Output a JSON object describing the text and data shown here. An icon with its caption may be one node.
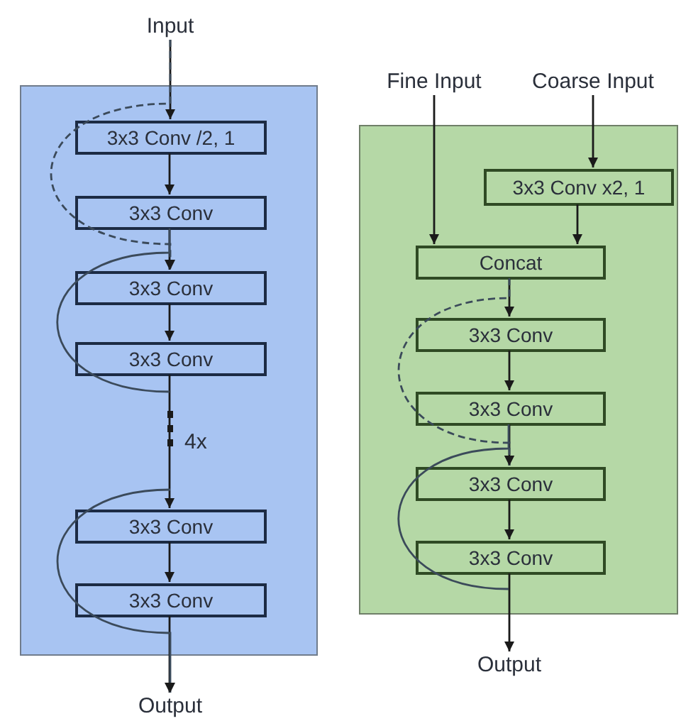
{
  "diagram": {
    "nodes": [
      {
        "text": [
          "Input"
        ]
      },
      {
        "text": [],
        "shape": "box"
      },
      {
        "text": [
          "3x3 Conv /2, 1"
        ],
        "in": 1
      },
      {
        "text": [
          "3x3 Conv"
        ],
        "in": 1
      },
      {
        "text": [
          "3x3 Conv"
        ],
        "in": 1
      },
      {
        "text": [
          "3x3 Conv"
        ],
        "in": 1
      },
      {
        "text": [
          "3x3 Conv"
        ],
        "in": 1
      },
      {
        "text": [
          "3x3 Conv"
        ],
        "in": 1
      },
      {
        "text": [
          "Output"
        ]
      },
      {
        "text": [
          "Fine Input"
        ]
      },
      {
        "text": [
          "Coarse Input"
        ]
      },
      {
        "text": [],
        "shape": "box"
      },
      {
        "text": [
          "3x3 Conv x2, 1"
        ],
        "in": 11
      },
      {
        "text": [
          "Concat"
        ],
        "in": 11
      },
      {
        "text": [
          "3x3 Conv"
        ],
        "in": 11
      },
      {
        "text": [
          "3x3 Conv"
        ],
        "in": 11
      },
      {
        "text": [
          "3x3 Conv"
        ],
        "in": 11
      },
      {
        "text": [
          "3x3 Conv"
        ],
        "in": 11
      },
      {
        "text": [
          "Output"
        ]
      }
    ],
    "edges": [
      {
        "from": 0,
        "to": 2,
        "arrow": "to"
      },
      {
        "from": 2,
        "to": 3,
        "arrow": "to"
      },
      {
        "from": 3,
        "to": 4,
        "arrow": "to"
      },
      {
        "from": 4,
        "to": 5,
        "arrow": "to"
      },
      {
        "from": 5,
        "to": 6,
        "arrow": "to"
      },
      {
        "from": 6,
        "to": 7,
        "arrow": "to"
      },
      {
        "from": 7,
        "to": 8,
        "arrow": "to"
      },
      {
        "from": 0,
        "to": 4,
        "arrow": "to",
        "style": "dashed"
      },
      {
        "from": 3,
        "to": 5,
        "arrow": "none"
      },
      {
        "from": null,
        "to": 8,
        "arrow": "to"
      },
      {
        "from": 9,
        "to": 13,
        "arrow": "to"
      },
      {
        "from": 10,
        "to": 12,
        "arrow": "to"
      },
      {
        "from": 12,
        "to": 13,
        "arrow": "to"
      },
      {
        "from": 13,
        "to": 14,
        "arrow": "to"
      },
      {
        "from": 14,
        "to": 15,
        "arrow": "to"
      },
      {
        "from": 15,
        "to": 16,
        "arrow": "to"
      },
      {
        "from": 16,
        "to": 17,
        "arrow": "to"
      },
      {
        "from": 17,
        "to": 18,
        "arrow": "to"
      },
      {
        "from": 13,
        "to": 16,
        "arrow": "to",
        "style": "dashed"
      },
      {
        "from": 15,
        "to": 17,
        "arrow": "none"
      }
    ],
    "labels": [
      "4x"
    ]
  }
}
